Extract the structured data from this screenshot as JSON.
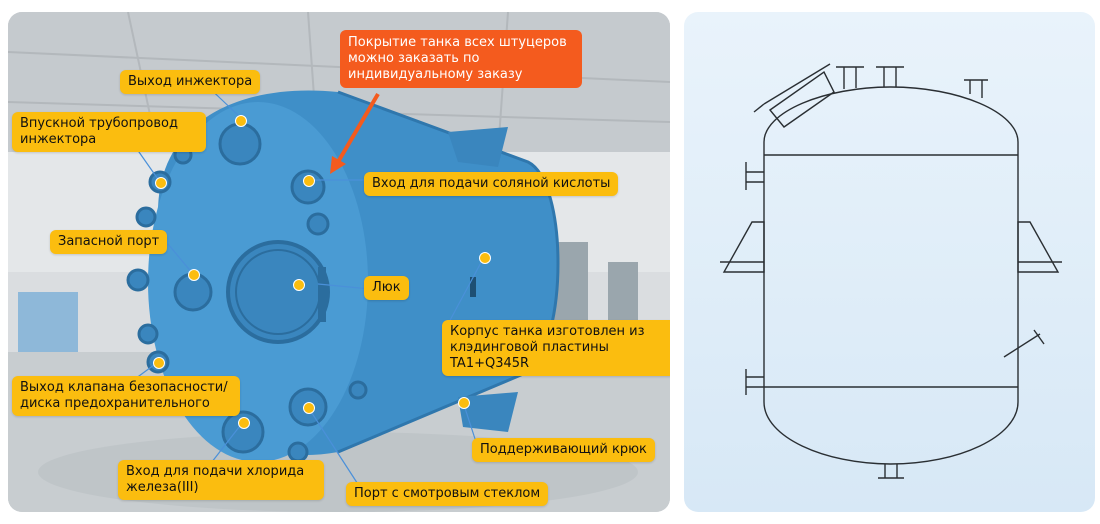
{
  "labels": {
    "injector_outlet": "Выход инжектора",
    "injector_inlet": "Впускной трубопровод инжектора",
    "spare_port": "Запасной порт",
    "safety_valve": "Выход клапана безопасности/ диска предохранительного",
    "ferric_chloride": "Вход для подачи хлорида железа(III)",
    "sight_glass": "Порт с смотровым стеклом",
    "support_hook": "Поддерживающий крюк",
    "body_material": "Корпус танка изготовлен из клэдинговой пластины TA1+Q345R",
    "manhole": "Люк",
    "hcl_inlet": "Вход для подачи соляной кислоты"
  },
  "callout": "Покрытие танка всех штуцеров можно заказать по индивидуальному заказу",
  "colors": {
    "label_bg": "#fbbd0f",
    "callout_bg": "#f45b1e",
    "tank": "#3f8fc8",
    "drawing_bg": "#dcebf7"
  }
}
